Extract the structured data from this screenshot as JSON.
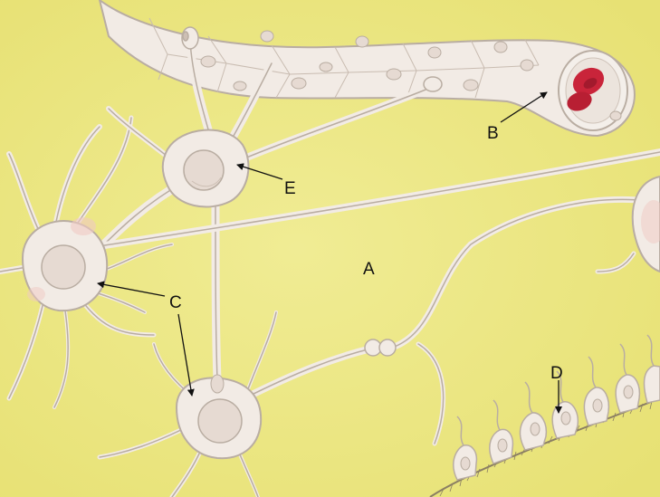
{
  "colors": {
    "background": "#eee98a",
    "cell_fill": "#f2ebe5",
    "cell_outline": "#b9ada2",
    "nucleus": "#e6dad2",
    "red_cell": "#c9243a",
    "capillary_inner": "#f4efea"
  },
  "labels": {
    "a": "A",
    "b": "B",
    "c": "C",
    "d": "D",
    "e": "E"
  },
  "icons": [
    "arrow-head"
  ]
}
